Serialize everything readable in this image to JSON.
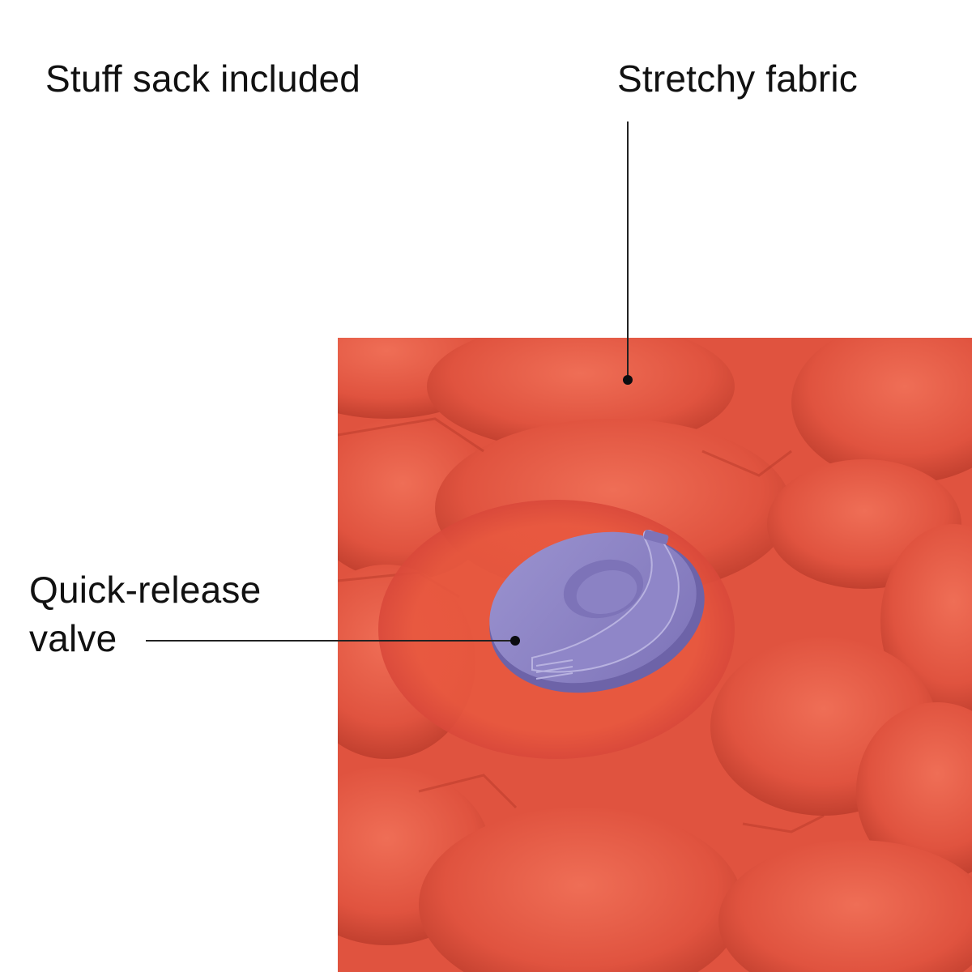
{
  "callouts": {
    "stuff_sack": {
      "label": "Stuff sack included"
    },
    "stretchy_fabric": {
      "label": "Stretchy fabric"
    },
    "valve": {
      "label_line1": "Quick-release",
      "label_line2": "valve"
    }
  },
  "photo": {
    "subject": "inflatable sleeping pad close-up with valve",
    "fabric_color": "#e0533f",
    "fabric_highlight": "#f07a63",
    "fabric_shadow": "#b83a2a",
    "valve_color": "#8b82c4",
    "valve_shadow": "#6d63a8"
  },
  "leaders": {
    "color": "#222222"
  }
}
